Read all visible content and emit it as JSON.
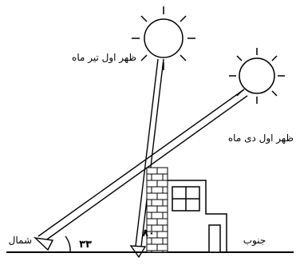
{
  "labels": {
    "summer_noon": "ظهر اول تیر ماه",
    "winter_noon": "ظهر اول دی ماه",
    "north": "شمال",
    "south": "جنوب",
    "winter_angle": "۳۳",
    "summer_angle": "۸۰"
  },
  "colors": {
    "ink": "#000000",
    "background": "#ffffff",
    "brick": "#ffffff"
  }
}
